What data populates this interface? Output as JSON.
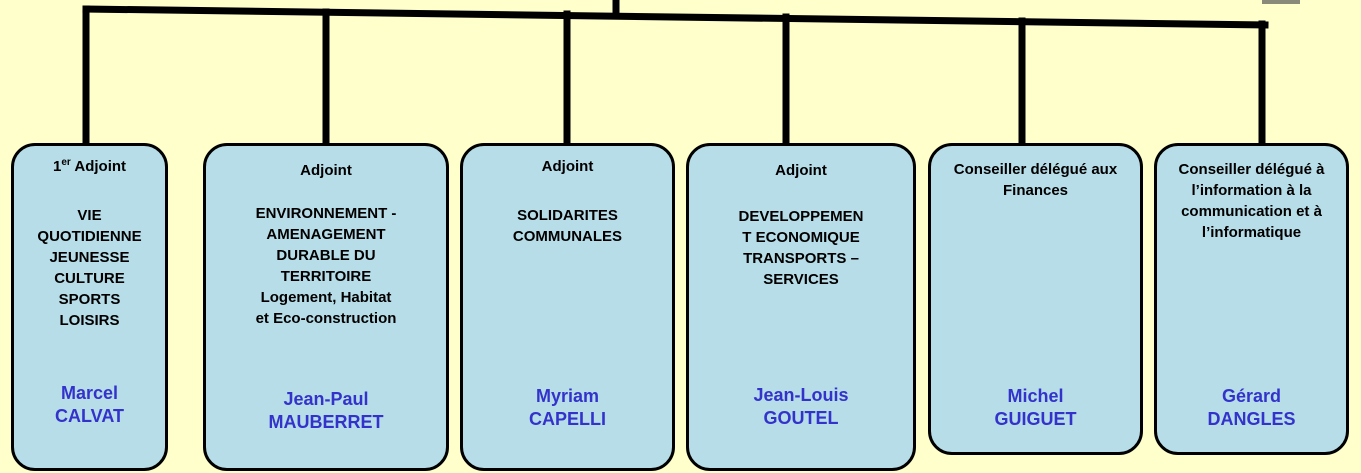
{
  "colors": {
    "background": "#FFFFCC",
    "box_fill": "#B7DDE8",
    "box_border": "#000000",
    "name_text": "#3333CC",
    "line": "#000000"
  },
  "boxes": [
    {
      "role_prefix": "1",
      "role_sup": "er",
      "role": " Adjoint",
      "responsibility": "VIE\nQUOTIDIENNE\nJEUNESSE\nCULTURE\nSPORTS\nLOISIRS",
      "person": "Marcel\nCALVAT"
    },
    {
      "role": "Adjoint",
      "responsibility": "ENVIRONNEMENT -\nAMENAGEMENT\nDURABLE DU\nTERRITOIRE\nLogement, Habitat\net Eco-construction",
      "person": "Jean-Paul\nMAUBERRET"
    },
    {
      "role": "Adjoint",
      "responsibility": "SOLIDARITES\nCOMMUNALES",
      "person": "Myriam\nCAPELLI"
    },
    {
      "role": "Adjoint",
      "responsibility": "DEVELOPPEMEN\nT ECONOMIQUE\nTRANSPORTS –\nSERVICES",
      "person": "Jean-Louis\nGOUTEL"
    },
    {
      "role": "Conseiller\ndélégué\naux Finances",
      "responsibility": "",
      "person": "Michel\nGUIGUET"
    },
    {
      "role": "Conseiller\ndélégué\nà l’information\nà la\ncommunication\net à\nl’informatique",
      "responsibility": "",
      "person": "Gérard\nDANGLES"
    }
  ]
}
